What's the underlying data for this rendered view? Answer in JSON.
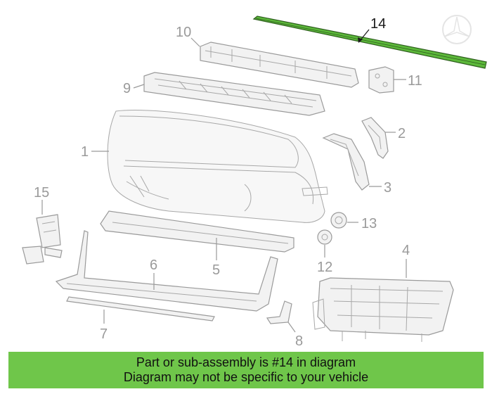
{
  "diagram": {
    "callouts": [
      "1",
      "2",
      "3",
      "4",
      "5",
      "6",
      "7",
      "8",
      "9",
      "10",
      "11",
      "12",
      "13",
      "14",
      "15"
    ],
    "highlighted_part": "14"
  },
  "banner": {
    "line1": "Part or sub-assembly is #14 in diagram",
    "line2": "Diagram may not be specific to your vehicle",
    "background": "#6fc64a"
  },
  "colors": {
    "highlight": "#5cb83a",
    "outline": "#9a9a9a"
  }
}
